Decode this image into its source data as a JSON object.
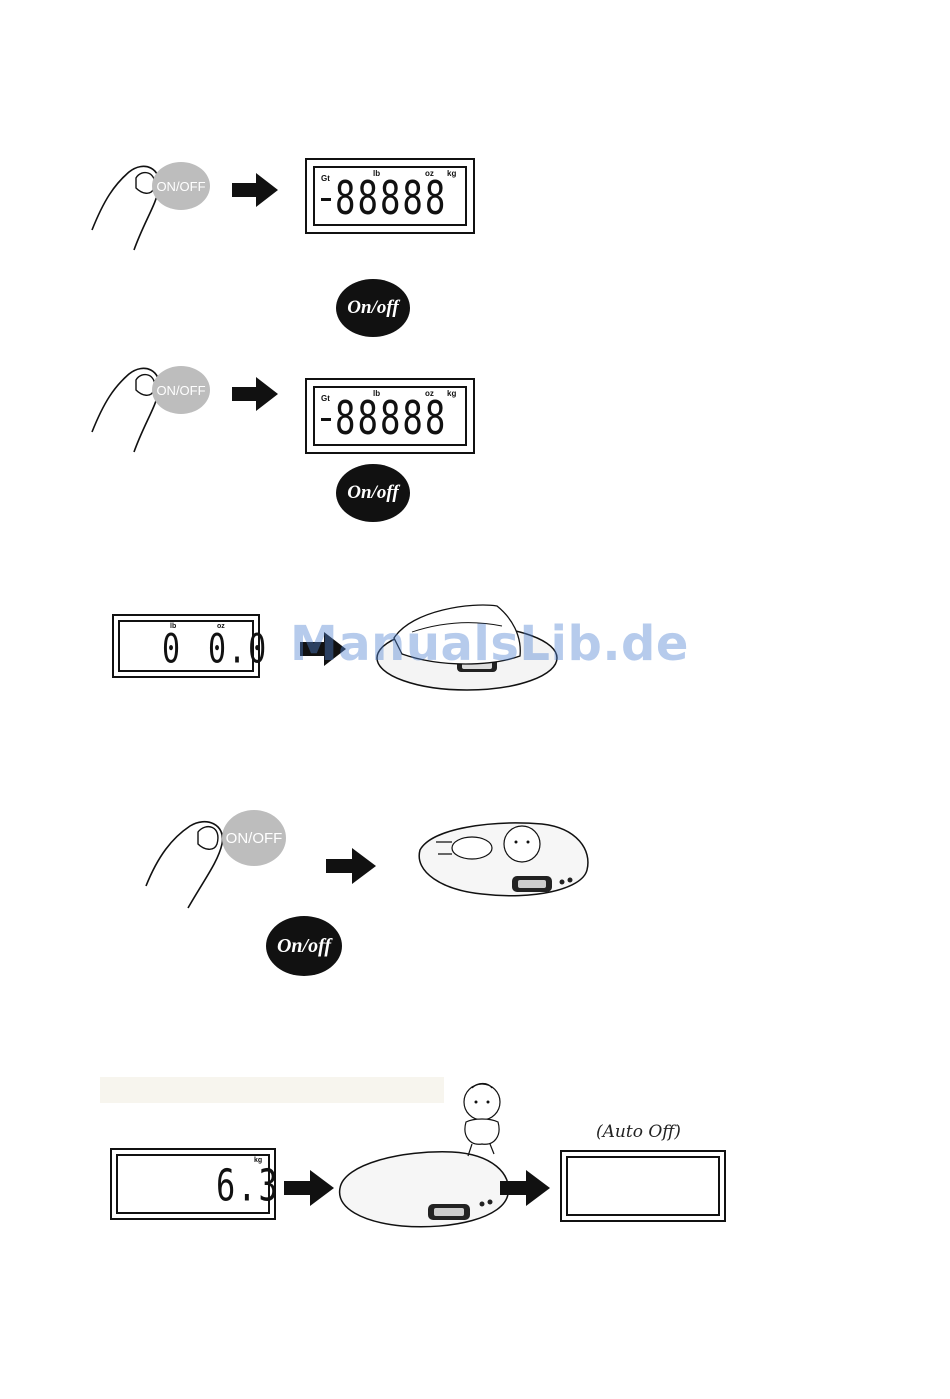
{
  "watermark": "ManualsLib.de",
  "buttons": {
    "gray_label": "ON/OFF",
    "black_label": "On/off"
  },
  "lcd_full": {
    "units": {
      "lb": "lb",
      "oz": "oz",
      "kg": "kg",
      "gt": "Gt"
    },
    "digits": "88888"
  },
  "lcd_zero": {
    "units": {
      "lb": "lb",
      "oz": "oz"
    },
    "lb_value": "0",
    "oz_value": "0.0"
  },
  "lcd_weight": {
    "unit": "kg",
    "value": "6.3"
  },
  "auto_off_label": "(Auto Off)",
  "icons": [
    "finger-icon",
    "arrow-right-icon",
    "baby-scale-icon",
    "blanket-icon",
    "baby-icon"
  ]
}
